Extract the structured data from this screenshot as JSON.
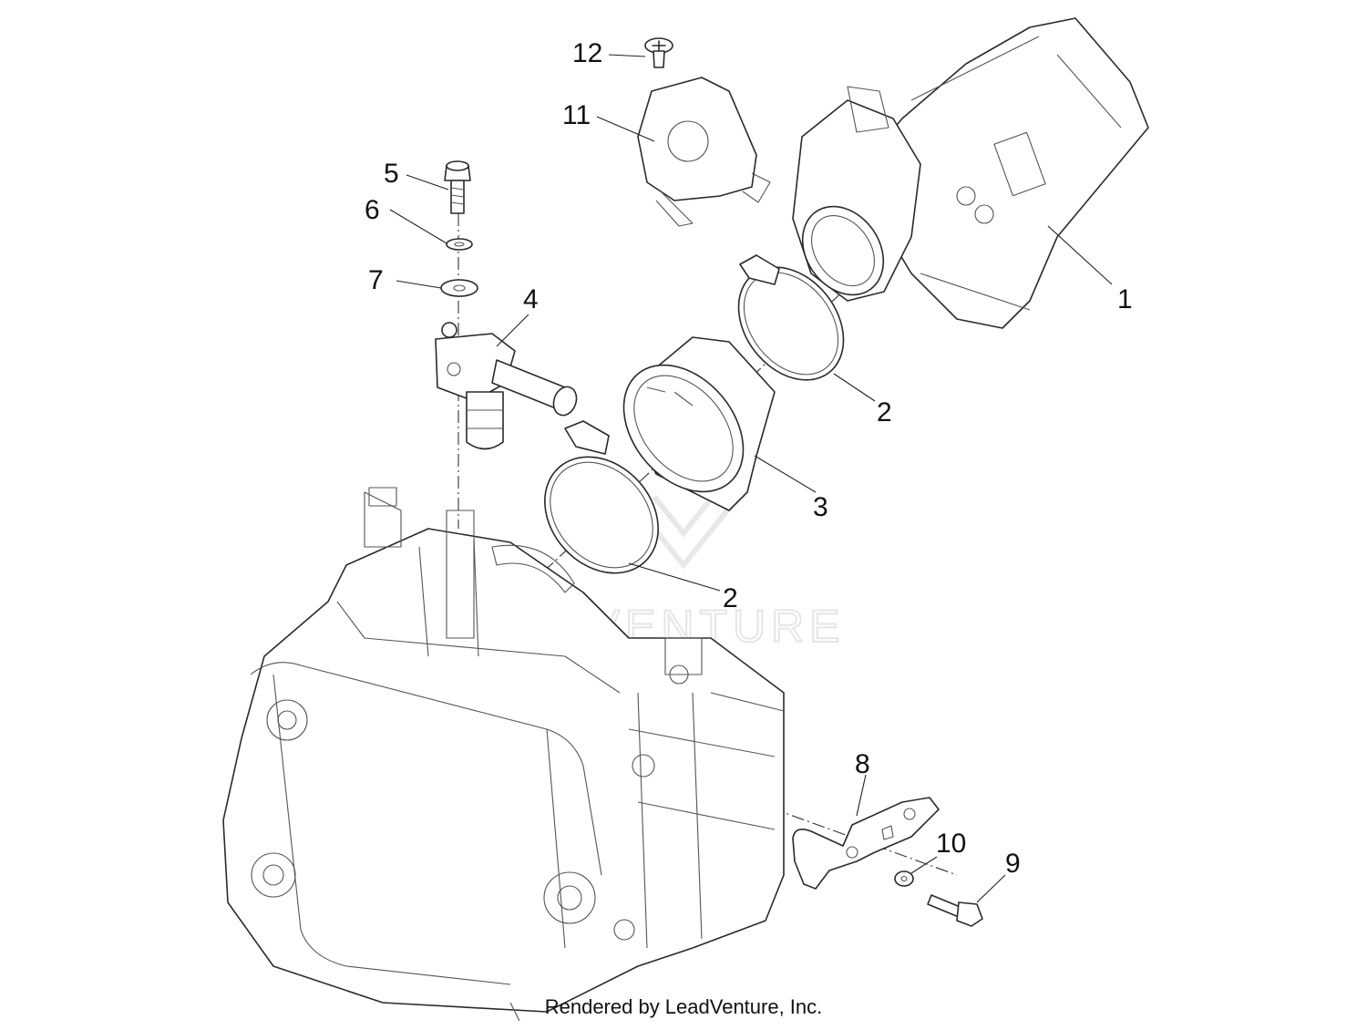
{
  "watermark": "LEADVENTURE",
  "footer": "Rendered by LeadVenture, Inc.",
  "callouts": [
    "1",
    "2",
    "2",
    "3",
    "4",
    "5",
    "6",
    "7",
    "8",
    "9",
    "10",
    "11",
    "12"
  ]
}
